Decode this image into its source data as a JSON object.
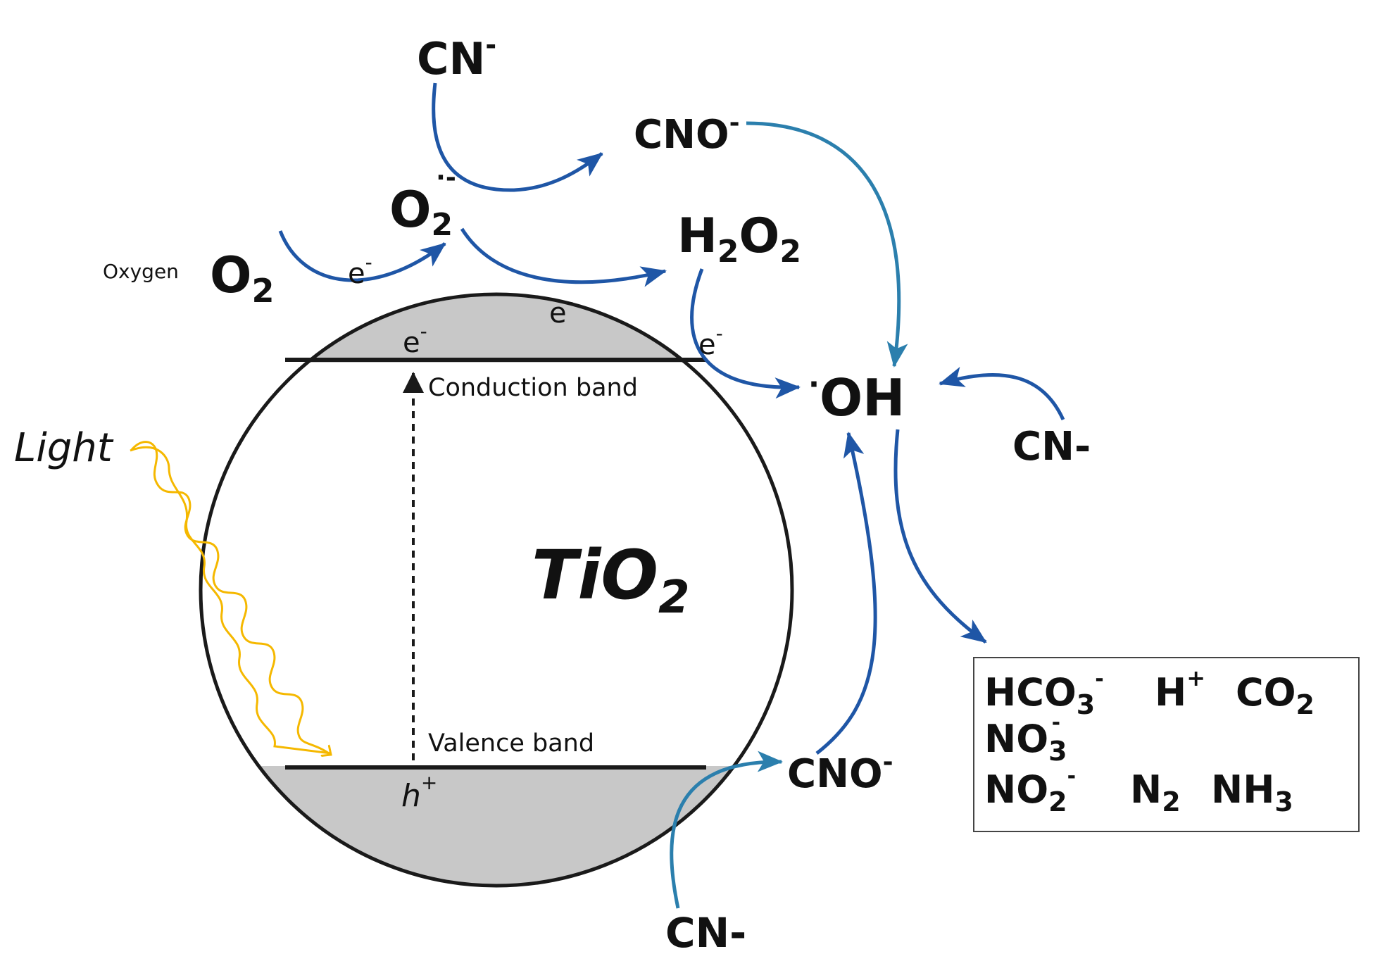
{
  "colors": {
    "arrow_dark_blue": "#1f56a6",
    "arrow_teal": "#2b7fad",
    "light_wave": "#f5b800",
    "band_fill": "#c8c8c8",
    "outline": "#1a1a1a"
  },
  "particle": {
    "material": {
      "base": "TiO",
      "sub": "2"
    },
    "conduction_band_label": "Conduction band",
    "valence_band_label": "Valence band",
    "electron": {
      "base": "e",
      "sup": "-"
    },
    "hole": {
      "base": "h",
      "sup": "+"
    }
  },
  "light_label": "Light",
  "oxygen": {
    "label": "Oxygen",
    "formula": {
      "base": "O",
      "sub": "2"
    }
  },
  "superoxide": {
    "base": "O",
    "sub": "2",
    "sup": "·-"
  },
  "hydrogen_peroxide": {
    "p1": "H",
    "s1": "2",
    "p2": "O",
    "s2": "2"
  },
  "hydroxyl_radical": {
    "dot": "·",
    "base": "OH"
  },
  "cyanide_top": {
    "base": "CN",
    "sup": "-"
  },
  "cyanate_top": {
    "base": "CNO",
    "sup": "-"
  },
  "cyanide_right": "CN-",
  "cyanide_bottom": "CN-",
  "cyanate_bottom": {
    "base": "CNO",
    "sup": "-"
  },
  "electron_labels": [
    {
      "base": "e",
      "sup": "-"
    },
    {
      "base": "e",
      "sup": "-"
    },
    {
      "base": "e",
      "sup": "-"
    }
  ],
  "products": {
    "row1": [
      {
        "base": "HCO",
        "sub": "3",
        "sup": "-"
      },
      {
        "base": "H",
        "sup": "+"
      },
      {
        "base": "CO",
        "sub": "2"
      }
    ],
    "row2": [
      {
        "base": "NO",
        "sub": "3",
        "sup": "-"
      }
    ],
    "row3": [
      {
        "base": "NO",
        "sub": "2",
        "sup": "-"
      },
      {
        "base": "N",
        "sub": "2"
      },
      {
        "base": "NH",
        "sub": "3"
      }
    ]
  }
}
